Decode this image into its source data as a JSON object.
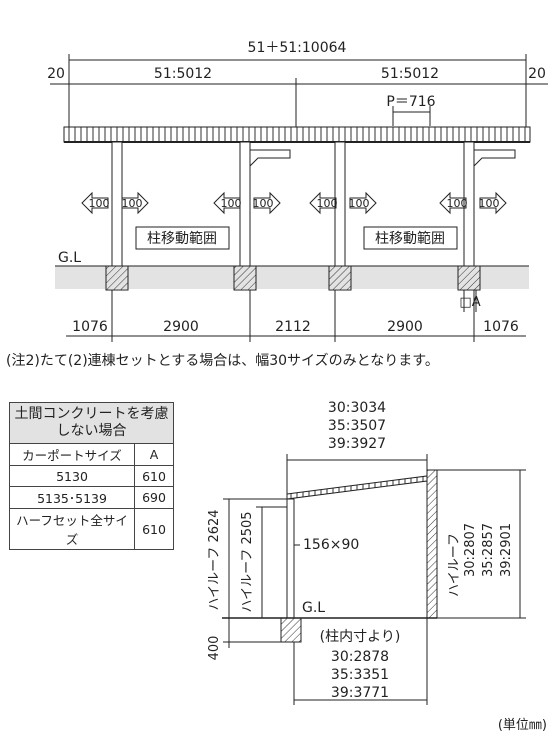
{
  "front": {
    "total": "51＋51:10064",
    "edge_left": "20",
    "edge_right": "20",
    "half_left": "51:5012",
    "half_right": "51:5012",
    "pitch": "P＝716",
    "arrow_value": "100",
    "range_label": "柱移動範囲",
    "gl": "G.L",
    "a_mark": "□A",
    "bottom_dims": [
      "1076",
      "2900",
      "2112",
      "2900",
      "1076"
    ]
  },
  "note": "(注2)たて(2)連棟セットとする場合は、幅30サイズのみとなります。",
  "table": {
    "header": "土間コンクリートを考慮しない場合",
    "col_size": "カーポートサイズ",
    "col_a": "A",
    "rows": [
      {
        "size": "5130",
        "a": "610"
      },
      {
        "size": "5135･5139",
        "a": "690"
      },
      {
        "size": "ハーフセット全サイズ",
        "a": "610"
      }
    ]
  },
  "side": {
    "top_dims": [
      "30:3034",
      "35:3507",
      "39:3927"
    ],
    "high_roof_2624": "ハイルーフ 2624",
    "high_roof_2505": "ハイルーフ 2505",
    "post_size": "156×90",
    "gl": "G.L",
    "depth": "400",
    "right_label": "ハイルーフ",
    "right_dims": [
      "30:2807",
      "35:2857",
      "39:2901"
    ],
    "bottom_caption": "(柱内寸より)",
    "bottom_dims": [
      "30:2878",
      "35:3351",
      "39:3771"
    ]
  },
  "unit": "(単位㎜)"
}
